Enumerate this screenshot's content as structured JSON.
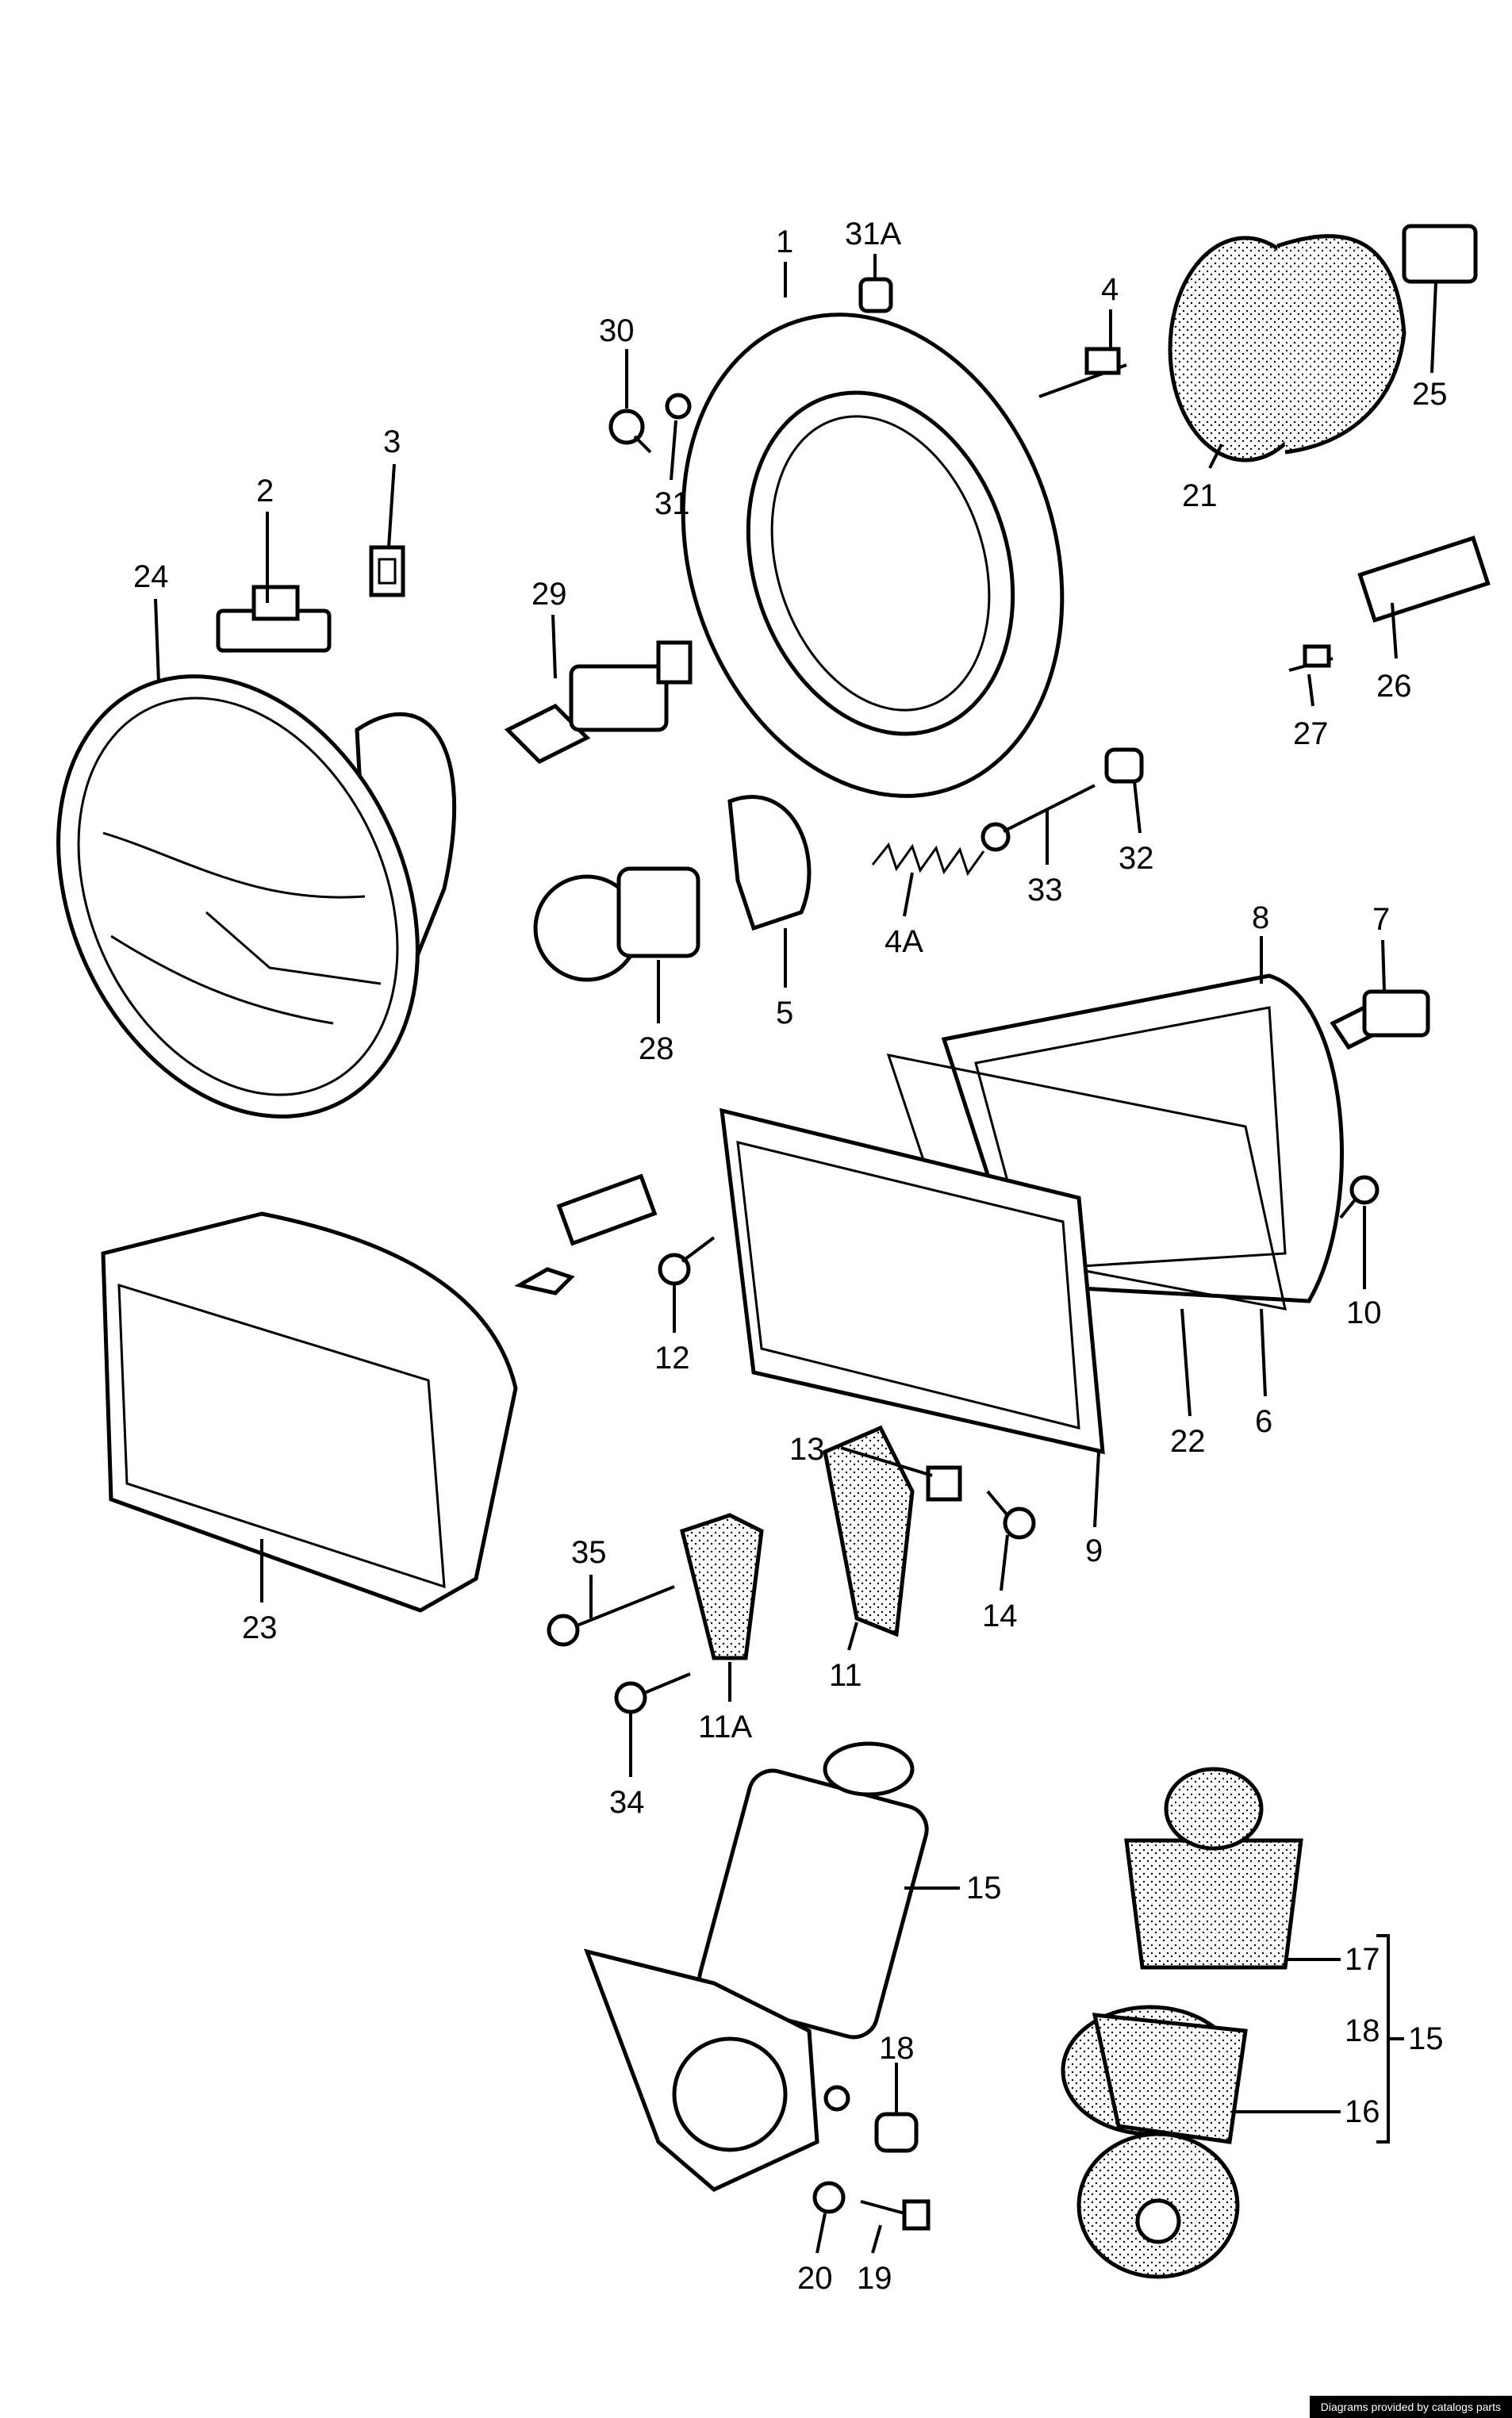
{
  "labels": {
    "l1": "1",
    "l2": "2",
    "l3": "3",
    "l4": "4",
    "l4A": "4A",
    "l5": "5",
    "l6": "6",
    "l7": "7",
    "l8": "8",
    "l9": "9",
    "l10": "10",
    "l11": "11",
    "l11A": "11A",
    "l12": "12",
    "l13": "13",
    "l14": "14",
    "l15a": "15",
    "l15b": "15",
    "l16": "16",
    "l17": "17",
    "l18": "18",
    "l19": "19",
    "l20": "20",
    "l21": "21",
    "l22": "22",
    "l23": "23",
    "l24": "24",
    "l25": "25",
    "l26": "26",
    "l27": "27",
    "l28": "28",
    "l29": "29",
    "l30": "30",
    "l31": "31",
    "l31A": "31A",
    "l32": "32",
    "l33": "33",
    "l34": "34",
    "l35": "35"
  },
  "footer": {
    "credit": "Diagrams provided by catalogs parts"
  }
}
